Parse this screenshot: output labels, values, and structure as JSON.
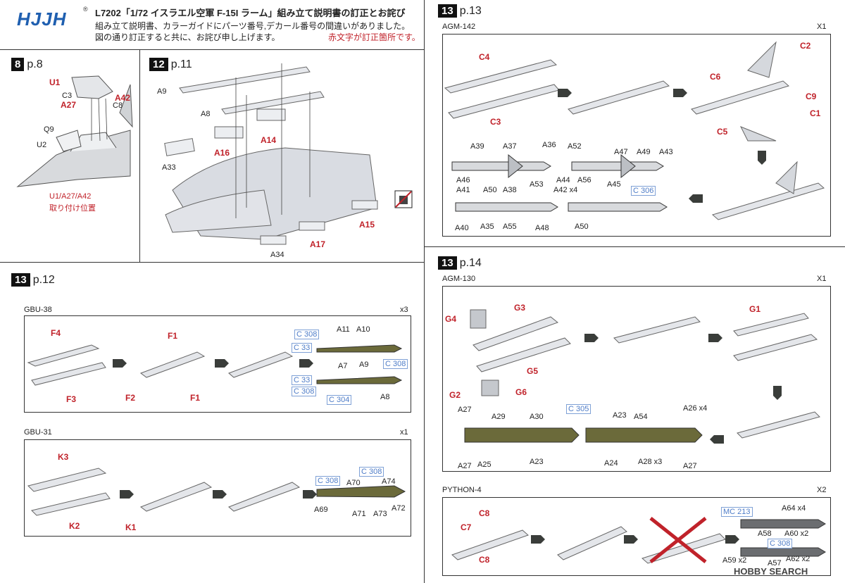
{
  "header": {
    "logo_text": "HJJH",
    "logo_reg": "®",
    "title_line": "L7202「1/72 イスラエル空軍 F-15I ラーム」組み立て説明書の訂正とお詫び",
    "line2": "組み立て説明書、カラーガイドにパーツ番号,デカール番号の間違いがありました。",
    "line3": "図の通り訂正すると共に、お詫び申し上げます。",
    "red_note": "赤文字が訂正箇所です。"
  },
  "step8": {
    "num": "8",
    "page": "p.8",
    "labels": [
      "U1",
      "A42",
      "A27",
      "C3",
      "C8",
      "Q9",
      "U2"
    ],
    "caption1": "U1/A27/A42",
    "caption2": "取り付け位置"
  },
  "step12a": {
    "num": "12",
    "page": "p.11",
    "labels": [
      "A9",
      "A8",
      "A14",
      "A16",
      "A33",
      "A15",
      "A17",
      "A34"
    ]
  },
  "step13a": {
    "num": "13",
    "page": "p.13",
    "subtitle": "AGM-142",
    "count": "X1",
    "labels": [
      "C4",
      "C2",
      "C6",
      "C9",
      "C1",
      "C3",
      "C5",
      "A39",
      "A37",
      "A36",
      "A52",
      "A47",
      "A49",
      "A43",
      "A46",
      "A41",
      "A50",
      "A38",
      "A53",
      "A44",
      "A42 x4",
      "A56",
      "A45",
      "C 306",
      "A40",
      "A35",
      "A55",
      "A48",
      "A50"
    ]
  },
  "step13b": {
    "num": "13",
    "page": "p.12",
    "gbu38": {
      "title": "GBU-38",
      "count": "x3",
      "labels": [
        "F4",
        "F3",
        "F1",
        "F2",
        "F1",
        "C 308",
        "C 33",
        "A11",
        "A10",
        "A7",
        "A9",
        "C 308",
        "C 33",
        "C 308",
        "C 304",
        "A8"
      ]
    },
    "gbu31": {
      "title": "GBU-31",
      "count": "x1",
      "labels": [
        "K3",
        "K2",
        "K1",
        "C 308",
        "C 308",
        "A70",
        "A74",
        "A69",
        "A71",
        "A73",
        "A72"
      ]
    }
  },
  "step13c": {
    "num": "13",
    "page": "p.14",
    "agm130": {
      "title": "AGM-130",
      "count": "X1",
      "labels": [
        "G4",
        "G3",
        "G1",
        "G5",
        "G2",
        "G6",
        "A27",
        "A29",
        "A30",
        "C 305",
        "A23",
        "A54",
        "A26 x4",
        "A27",
        "A25",
        "A23",
        "A24",
        "A28 x3",
        "A27"
      ]
    },
    "python4": {
      "title": "PYTHON-4",
      "count": "X2",
      "labels": [
        "C8",
        "C7",
        "C8",
        "MC 213",
        "A64 x4",
        "A58",
        "A60 x2",
        "C 308",
        "A59 x2",
        "A57",
        "A62 x2"
      ]
    }
  },
  "watermark": "HOBBY SEARCH"
}
